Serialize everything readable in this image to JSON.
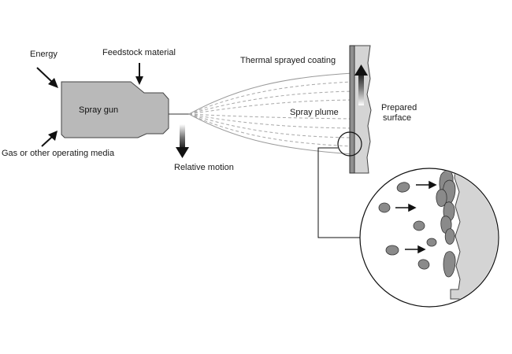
{
  "labels": {
    "energy": "Energy",
    "feedstock": "Feedstock material",
    "coating": "Thermal sprayed coating",
    "spray_gun": "Spray gun",
    "spray_plume": "Spray plume",
    "prepared_line1": "Prepared",
    "prepared_line2": "surface",
    "gas_media": "Gas or other operating media",
    "relative_motion": "Relative motion"
  },
  "colors": {
    "gun_fill": "#b9b9b9",
    "stroke": "#444444",
    "substrate_fill": "#d4d4d4",
    "coating_fill": "#8f8f8f",
    "particle_fill": "#8a8a8a",
    "plume_line": "#9a9a9a"
  }
}
